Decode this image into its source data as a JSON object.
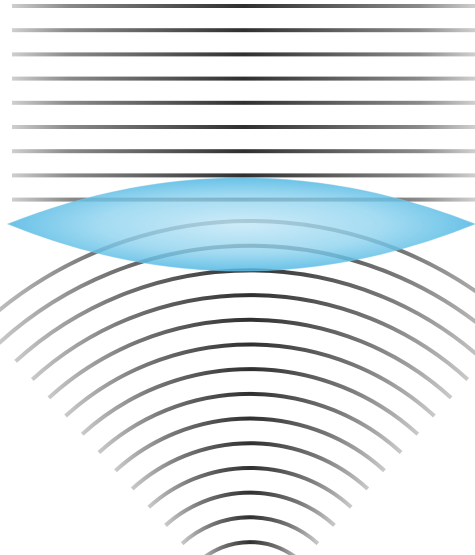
{
  "diagram": {
    "description_visible_text": "",
    "colors": {
      "background": "#ffffff",
      "wave_dark": "#2f2f2f",
      "wave_mid": "#6a6a6a",
      "wave_light": "#c9c9c9",
      "lens_edge": "#55bde6",
      "lens_center": "#c6e8f7"
    },
    "plane_wavefronts": {
      "count": 9
    },
    "converging_wavefronts": {
      "count": 14
    },
    "lens": {
      "shape": "biconvex"
    }
  }
}
